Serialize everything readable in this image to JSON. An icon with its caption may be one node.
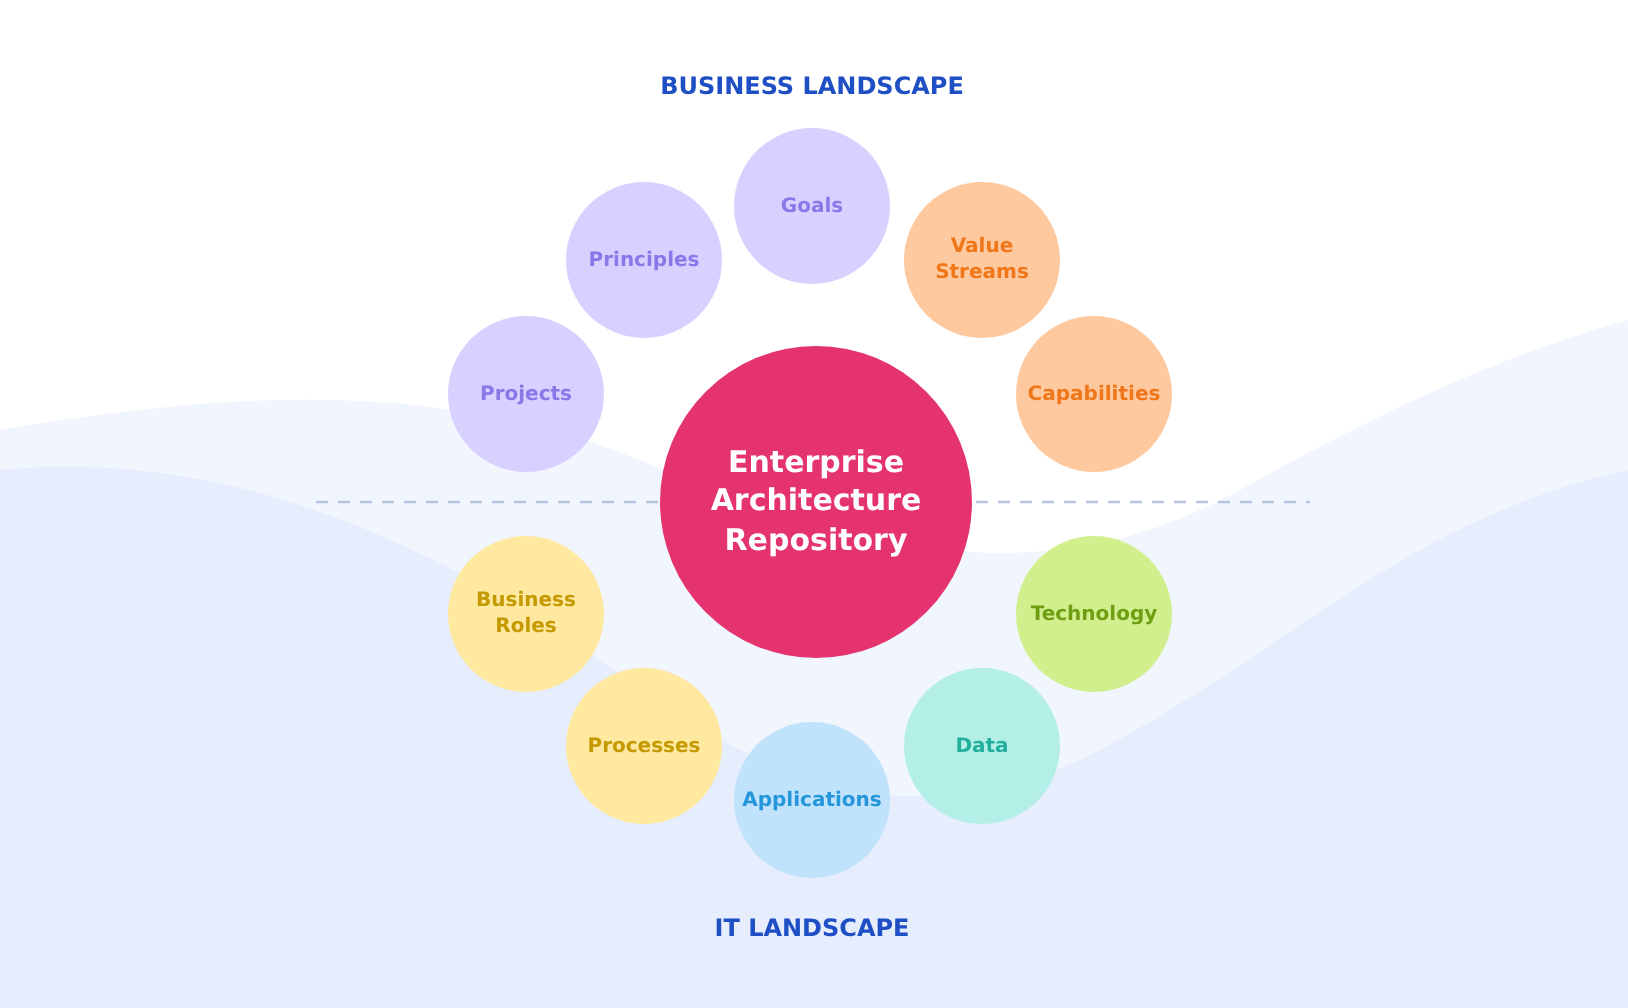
{
  "diagram": {
    "nodes": [
      {
        "text": [
          "Enterprise Architecture Repository"
        ]
      },
      {
        "text": [
          "Goals"
        ]
      },
      {
        "text": [
          "Principles"
        ]
      },
      {
        "text": [
          "Value Streams"
        ]
      },
      {
        "text": [
          "Projects"
        ]
      },
      {
        "text": [
          "Capabilities"
        ]
      },
      {
        "text": [
          "Business Roles"
        ]
      },
      {
        "text": [
          "Technology"
        ]
      },
      {
        "text": [
          "Processes"
        ]
      },
      {
        "text": [
          "Data"
        ]
      },
      {
        "text": [
          "Applications"
        ]
      }
    ],
    "labels": [
      "BUSINESS LANDSCAPE",
      "IT LANDSCAPE"
    ]
  }
}
